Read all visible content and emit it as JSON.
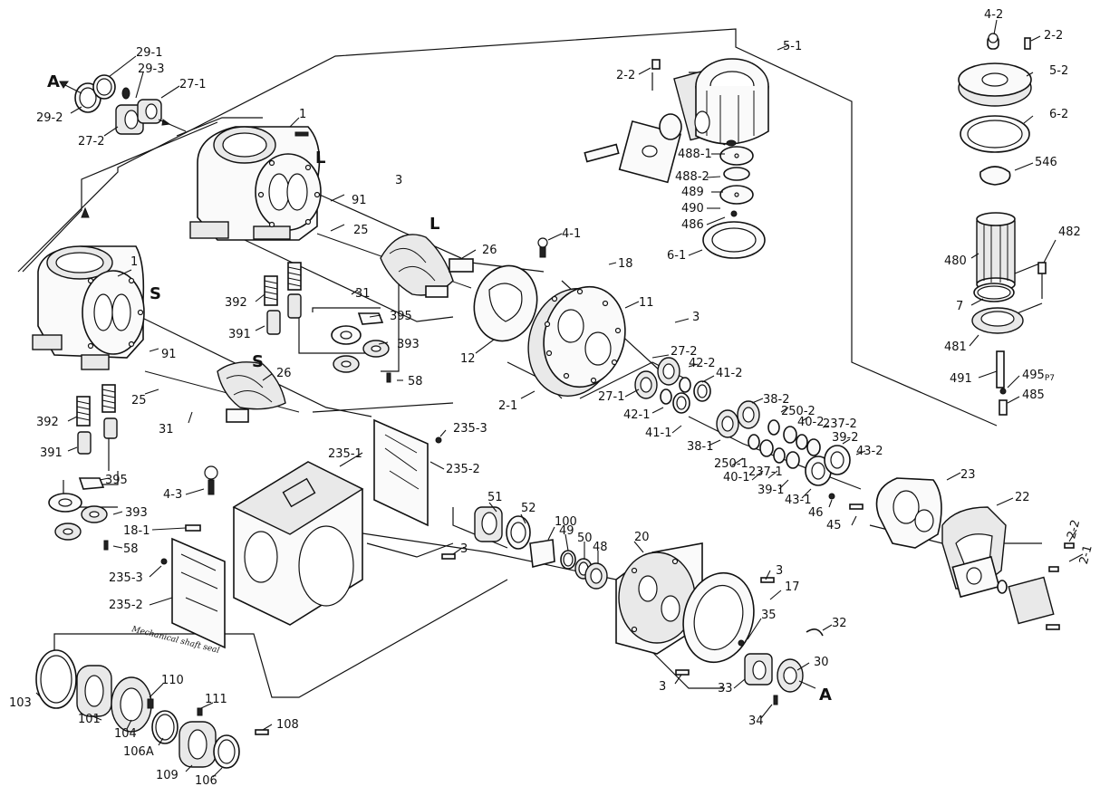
{
  "labels": {
    "p29_1": "29-1",
    "p29_3": "29-3",
    "p27_1a": "27-1",
    "p29_2": "29-2",
    "p27_2a": "27-2",
    "mark_a_top": "A",
    "p1_top": "1",
    "mark_l_top": "L",
    "p3_a": "3",
    "p91_a": "91",
    "p25_a": "25",
    "mark_l_mid": "L",
    "p26_a": "26",
    "p1_left": "1",
    "mark_s_left": "S",
    "p91_b": "91",
    "mark_s_mid": "S",
    "p26_b": "26",
    "p25_b": "25",
    "p31_b": "31",
    "p392_a": "392",
    "p391_a": "391",
    "p395_a": "395",
    "p393_a": "393",
    "p58_a": "58",
    "p31_a": "31",
    "p392_b": "392",
    "p391_b": "391",
    "p395_b": "395",
    "p393_b": "393",
    "p58_b": "58",
    "p12": "12",
    "p4_1": "4-1",
    "p18": "18",
    "p11": "11",
    "p3_b": "3",
    "p2_1a": "2-1",
    "p27_2b": "27-2",
    "p42_2": "42-2",
    "p41_2": "41-2",
    "p27_1b": "27-1",
    "p42_1": "42-1",
    "p41_1": "41-1",
    "p38_2": "38-2",
    "p250_2": "250-2",
    "p40_2": "40-2",
    "p237_2": "237-2",
    "p39_2": "39-2",
    "p43_2": "43-2",
    "p38_1": "38-1",
    "p250_1": "250-1",
    "p40_1": "40-1",
    "p237_1": "237-1",
    "p39_1": "39-1",
    "p43_1": "43-1",
    "p46": "46",
    "p45": "45",
    "p23": "23",
    "p22": "22",
    "p2_2a": "2-2",
    "p2_1b": "2-1",
    "p2_2b": "2-2",
    "p5_1": "5-1",
    "p488_1": "488-1",
    "p488_2": "488-2",
    "p489": "489",
    "p490": "490",
    "p486": "486",
    "p6_1": "6-1",
    "p4_2": "4-2",
    "p2_2c": "2-2",
    "p5_2": "5-2",
    "p6_2": "6-2",
    "p546": "546",
    "p482": "482",
    "p480": "480",
    "p7": "7",
    "p481": "481",
    "p491": "491",
    "p495": "495",
    "p495_sub": "P7",
    "p485": "485",
    "p235_3a": "235-3",
    "p235_1": "235-1",
    "p235_2a": "235-2",
    "p4_3": "4-3",
    "p18_1": "18-1",
    "p235_3b": "235-3",
    "p235_2b": "235-2",
    "p51": "51",
    "p52": "52",
    "p100": "100",
    "p49": "49",
    "p50": "50",
    "p48": "48",
    "p20": "20",
    "p3_c": "3",
    "p3_d": "3",
    "p17": "17",
    "p35": "35",
    "p32": "32",
    "p30": "30",
    "p3_e": "3",
    "p33": "33",
    "mark_a_bottom": "A",
    "p34": "34",
    "p103": "103",
    "p101": "101",
    "p110": "110",
    "p104": "104",
    "p111": "111",
    "p106a": "106A",
    "p108": "108",
    "p109": "109",
    "p106": "106",
    "seal_caption": "Mechanical shaft seal"
  }
}
